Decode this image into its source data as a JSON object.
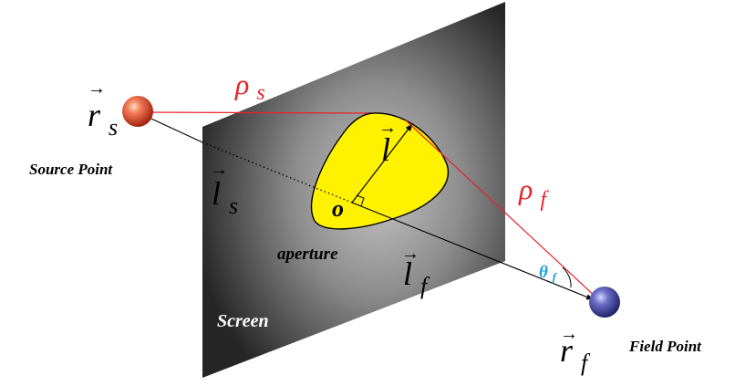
{
  "labels": {
    "rho_s": "ρ",
    "rho_s_sub": "s",
    "rho_f": "ρ",
    "rho_f_sub": "f",
    "r_s": "r",
    "r_s_sub": "s",
    "r_f": "r",
    "r_f_sub": "f",
    "l_vec": "l",
    "l_s": "l",
    "l_s_sub": "s",
    "l_f": "l",
    "l_f_sub": "f",
    "origin": "o",
    "theta_f": "θ",
    "theta_f_sub": "f",
    "aperture": "aperture",
    "screen": "Screen",
    "source_point": "Source Point",
    "field_point": "Field Point"
  },
  "colors": {
    "distance_lines": "#e8232a",
    "theta_label": "#1e9fe0",
    "aperture_fill": "#fff200",
    "source_sphere": "#e0452d",
    "field_sphere": "#3b3f9c",
    "screen_dark": "#2b2b2b",
    "screen_light": "#a9a9a9"
  }
}
